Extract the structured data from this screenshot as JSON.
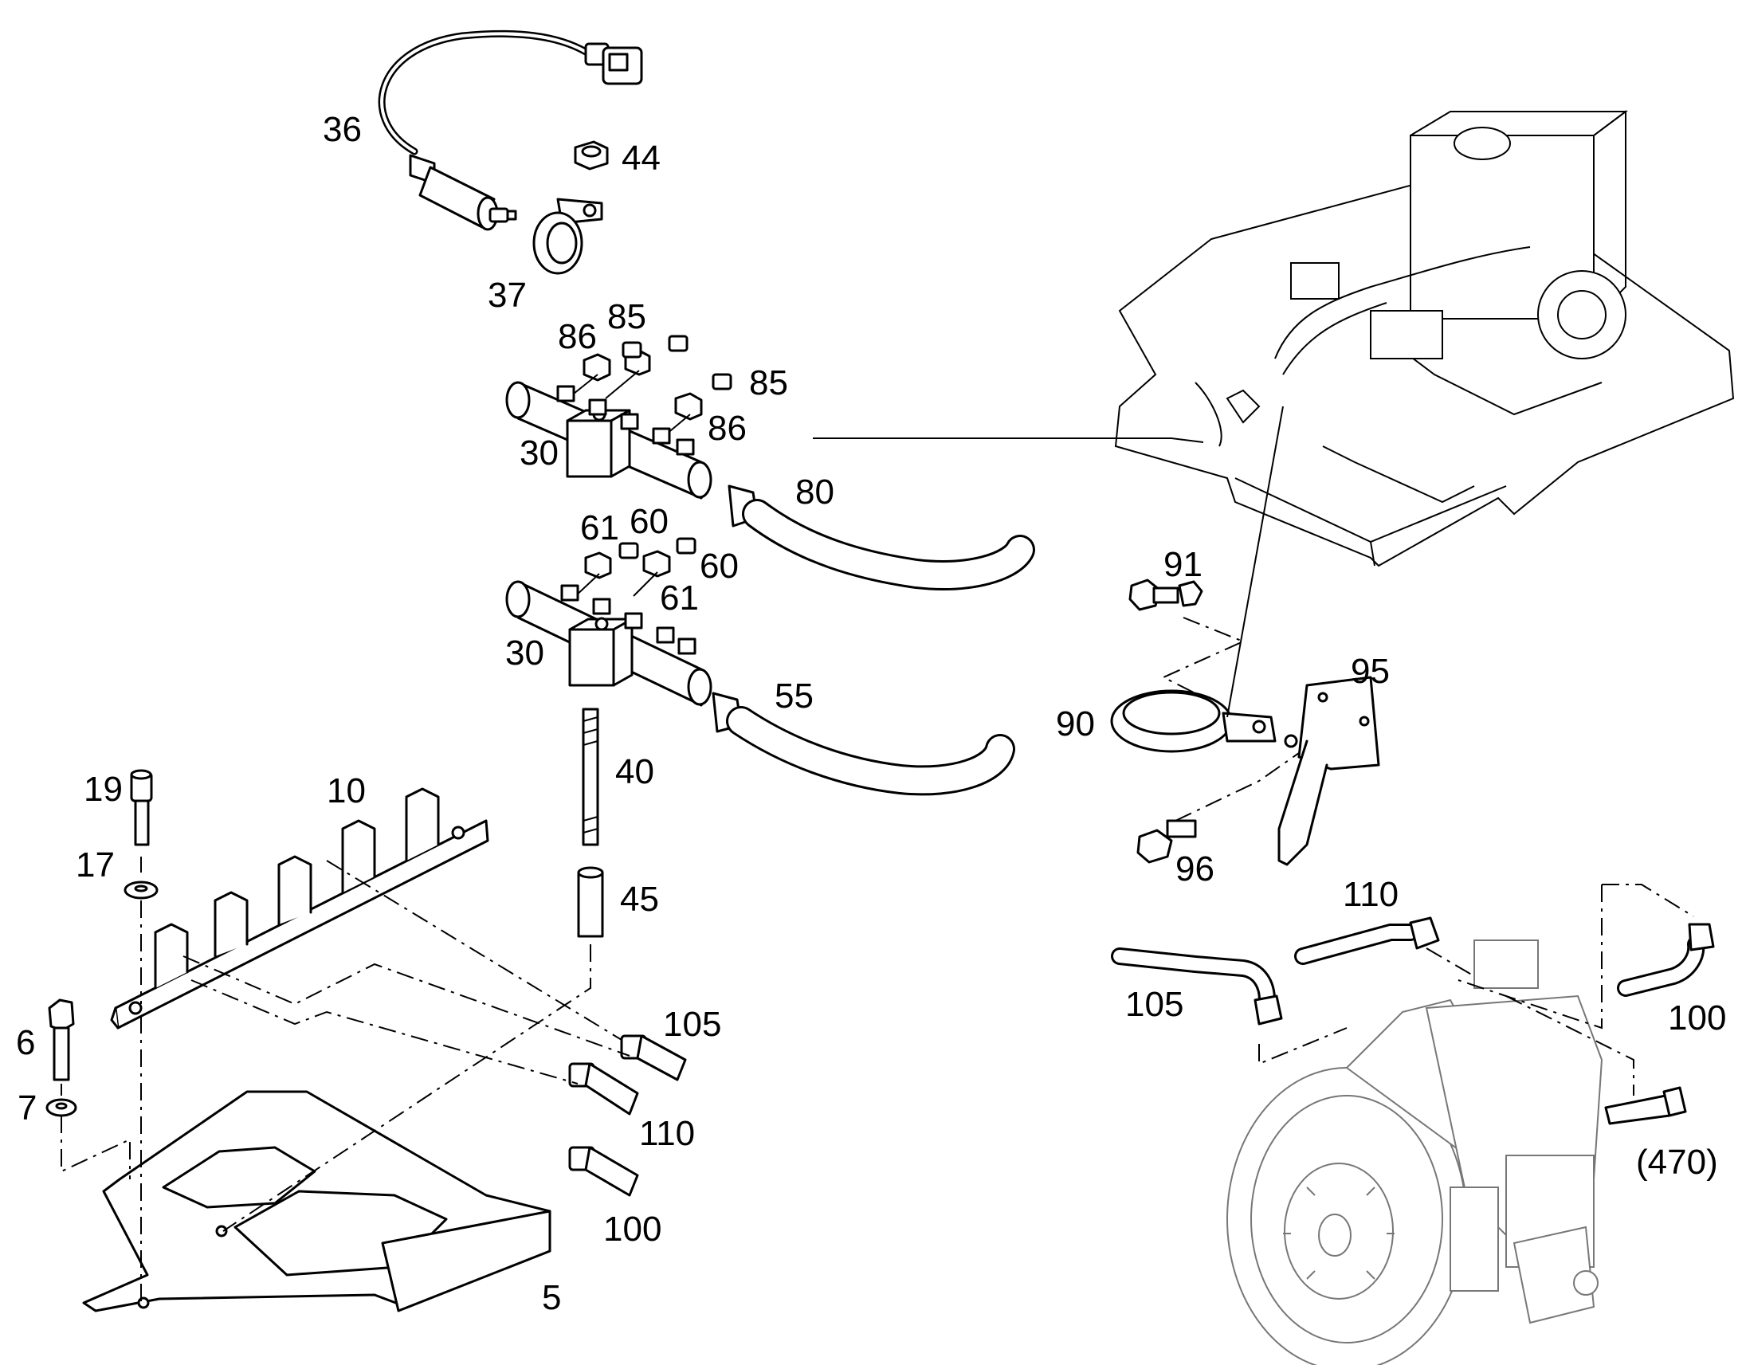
{
  "callouts": {
    "c36": "36",
    "c44": "44",
    "c37": "37",
    "c86a": "86",
    "c85a": "85",
    "c85b": "85",
    "c86b": "86",
    "c30a": "30",
    "c80": "80",
    "c61a": "61",
    "c60a": "60",
    "c60b": "60",
    "c61b": "61",
    "c30b": "30",
    "c55": "55",
    "c40": "40",
    "c45": "45",
    "c19": "19",
    "c10": "10",
    "c17": "17",
    "c6": "6",
    "c7": "7",
    "c105a": "105",
    "c110a": "110",
    "c100a": "100",
    "c5": "5",
    "c91": "91",
    "c95": "95",
    "c90": "90",
    "c96": "96",
    "c110b": "110",
    "c105b": "105",
    "c100b": "100",
    "c470": "(470)"
  }
}
